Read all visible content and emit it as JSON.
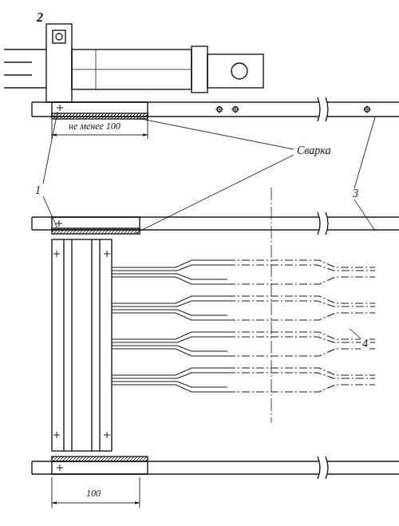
{
  "diagram": {
    "labels": [
      "2",
      "1",
      "Сварка",
      "3",
      "не менее 100",
      "4",
      "100"
    ]
  }
}
